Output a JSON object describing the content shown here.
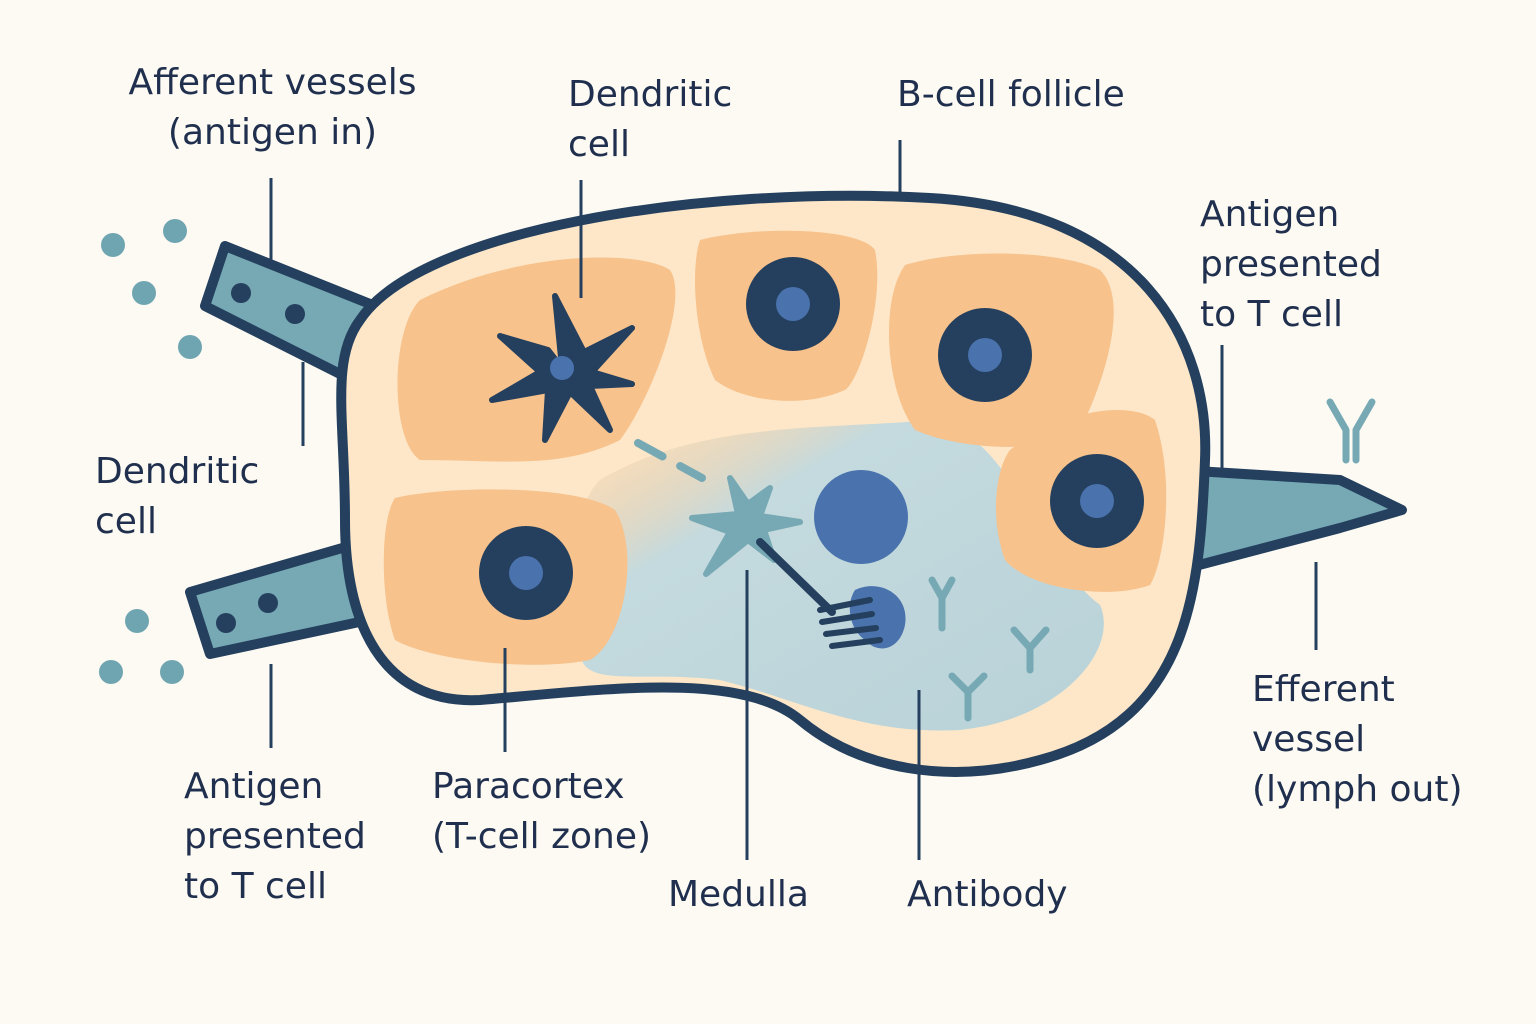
{
  "labels": {
    "afferent_vessels": [
      "Afferent vessels",
      "(antigen in)"
    ],
    "dendritic_cell_top": [
      "Dendritic",
      "cell"
    ],
    "b_cell_follicle": [
      "B-cell follicle"
    ],
    "antigen_presented_right": [
      "Antigen",
      "presented",
      "to T cell"
    ],
    "dendritic_cell_left": [
      "Dendritic",
      "cell"
    ],
    "efferent_vessel": [
      "Efferent",
      "vessel",
      "(lymph out)"
    ],
    "antigen_presented_left": [
      "Antigen",
      "presented",
      "to T cell"
    ],
    "paracortex": [
      "Paracortex",
      "(T-cell zone)"
    ],
    "medulla": [
      "Medulla"
    ],
    "antibody": [
      "Antibody"
    ]
  },
  "colors": {
    "background": "#fcfaf3",
    "capsule_outline": "#25405e",
    "cortex_fill": "#fde7c8",
    "follicle_fill": "#f7c28c",
    "medulla_fill": "#c4dade",
    "vessel_fill": "#76a9b4",
    "antigen_particle": "#6fa5b1",
    "cell_nucleus": "#4a72ad",
    "text": "#1f2f4d"
  },
  "icons": {
    "dendritic_cell": "star-cell-icon",
    "b_cell": "round-cell-icon",
    "antibody": "y-shaped-antibody-icon",
    "antigen": "dot-particle-icon"
  }
}
